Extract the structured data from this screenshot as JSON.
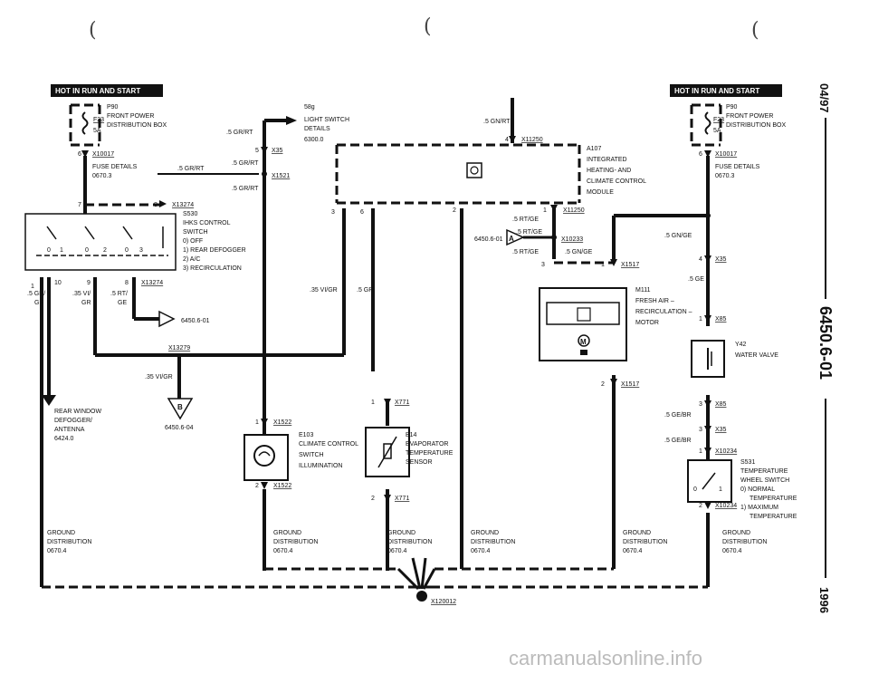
{
  "marks": {
    "paren1": "(",
    "paren2": "(",
    "paren3": "("
  },
  "side": {
    "date": "04/97",
    "code": "6450.6-01",
    "year": "1996"
  },
  "watermark": "carmanualsonline.info",
  "left": {
    "banner": "HOT IN RUN AND START",
    "fuse_id": "F23",
    "fuse_amp": "5A",
    "p90": "P90",
    "p90_line1": "FRONT POWER",
    "p90_line2": "DISTRIBUTION BOX",
    "x10017": "X10017",
    "pin6": "6",
    "fuse_details": "FUSE DETAILS",
    "fuse_ref": "0670.3",
    "pin7": "7",
    "pin8": "8",
    "x13274_top": "X13274",
    "s530": "S530",
    "s530_l1": "IHKS CONTROL",
    "s530_l2": "SWITCH",
    "s530_l3": "0)  OFF",
    "s530_l4": "1)  REAR DEFOGGER",
    "s530_l5": "2)  A/C",
    "s530_l6": "3)  RECIRCULATION",
    "sw_0a": "0",
    "sw_1": "1",
    "sw_0b": "0",
    "sw_2": "2",
    "sw_0c": "0",
    "sw_3": "3",
    "pin1": "1",
    "pin10": "10",
    "pin9": "9",
    "pin8b": "8",
    "x13274_bot": "X13274",
    "w1a": ".5 GR/",
    "w1b": "GE",
    "w2a": ".35 VI/",
    "w2b": "GR",
    "w3a": ".5 RT/",
    "w3b": "GE",
    "conn6450": "6450.6-01",
    "x13279": "X13279",
    "w_viGr": ".35 VI/GR",
    "conn_b": "B",
    "conn_b_ref": "6450.6-04",
    "rear1": "REAR WINDOW",
    "rear2": "DEFOGGER/",
    "rear3": "ANTENNA",
    "rear4": "6424.0",
    "gnd1": "GROUND",
    "gnd2": "DISTRIBUTION",
    "gnd3": "0670.4"
  },
  "center": {
    "w_grrt1": ".5 GR/RT",
    "s8g": "58g",
    "light1": "LIGHT SWITCH",
    "light2": "DETAILS",
    "light3": "6300.0",
    "pin5": "5",
    "x35": "X35",
    "w_grrt2": ".5 GR/RT",
    "w_grrt3": ".5 GR/RT",
    "x1521": "X1521",
    "w_grrt4": ".5 GR/RT",
    "w_vigr": ".35 VI/GR",
    "w_gr": ".5 GR",
    "pin1": "1",
    "x1522_top": "X1522",
    "e103": "E103",
    "e103_l1": "CLIMATE CONTROL",
    "e103_l2": "SWITCH",
    "e103_l3": "ILLUMINATION",
    "pin2": "2",
    "x1522_bot": "X1522",
    "gnd1": "GROUND",
    "gnd2": "DISTRIBUTION",
    "gnd3": "0670.4"
  },
  "a107": {
    "w_gnrt": ".5 GN/RT",
    "pin4": "4",
    "x11250_top": "X11250",
    "a107": "A107",
    "l1": "INTEGRATED",
    "l2": "HEATING- AND",
    "l3": "CLIMATE CONTROL",
    "l4": "MODULE",
    "pin3": "3",
    "pin6": "6",
    "pin2": "2",
    "pin1": "1",
    "x11250_bot": "X11250"
  },
  "evap": {
    "pin1": "1",
    "x771_top": "X771",
    "b14": "B14",
    "l1": "EVAPORATOR",
    "l2": "TEMPERATURE",
    "l3": "SENSOR",
    "pin2": "2",
    "x771_bot": "X771",
    "gnd1": "GROUND",
    "gnd2": "DISTRIBUTION",
    "gnd3": "0670.4"
  },
  "mid": {
    "w_rtge1": ".5 RT/GE",
    "w_rtge2": ".5 RT/GE",
    "conn": "6450.6-01",
    "conn_letter": "A",
    "x10233": "X10233",
    "w_rtge3": ".5 RT/GE",
    "w_gnge": ".5 GN/GE",
    "pin3": "3",
    "pin1": "1",
    "x1517_top": "X1517",
    "m111": "M111",
    "m_l1": "FRESH AIR –",
    "m_l2": "RECIRCULATION –",
    "m_l3": "MOTOR",
    "pin2": "2",
    "x1517_bot": "X1517",
    "gnd1a": "GROUND",
    "gnd2a": "DISTRIBUTION",
    "gnd3a": "0670.4",
    "gnd1b": "GROUND",
    "gnd2b": "DISTRIBUTION",
    "gnd3b": "0670.4"
  },
  "right": {
    "banner": "HOT IN RUN AND START",
    "fuse_id": "F23",
    "fuse_amp": "5A",
    "p90": "P90",
    "p90_line1": "FRONT POWER",
    "p90_line2": "DISTRIBUTION BOX",
    "pin6": "6",
    "x10017": "X10017",
    "fuse_details": "FUSE DETAILS",
    "fuse_ref": "0670.3",
    "w_gnge": ".5 GN/GE",
    "pin4": "4",
    "x35a": "X35",
    "w_ge": ".5 GE",
    "pin1a": "1",
    "x85a": "X85",
    "y42": "Y42",
    "y42_l1": "WATER VALVE",
    "pin3a": "3",
    "x85b": "X85",
    "w_gebr1": ".5 GE/BR",
    "pin3b": "3",
    "x35b": "X35",
    "w_gebr2": ".5 GE/BR",
    "pin1b": "1",
    "x10234_top": "X10234",
    "s531": "S531",
    "s531_l1": "TEMPERATURE",
    "s531_l2": "WHEEL SWITCH",
    "s531_l3": "0)  NORMAL",
    "s531_l4": "TEMPERATURE",
    "s531_l5": "1)  MAXIMUM",
    "s531_l6": "TEMPERATURE",
    "sw0": "0",
    "sw1": "1",
    "pin2": "2",
    "x10234_bot": "X10234",
    "gnd1": "GROUND",
    "gnd2": "DISTRIBUTION",
    "gnd3": "0670.4"
  },
  "ground": {
    "x120012": "X120012"
  }
}
